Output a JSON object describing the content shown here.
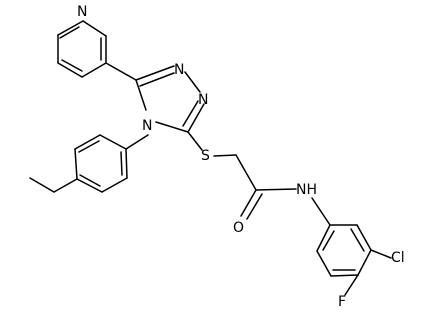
{
  "structure": {
    "atoms": [
      {
        "id": "pyridine_N",
        "symbol": "N"
      },
      {
        "id": "triazole_N1",
        "symbol": "N"
      },
      {
        "id": "triazole_N2",
        "symbol": "N"
      },
      {
        "id": "triazole_N4",
        "symbol": "N"
      },
      {
        "id": "thioether_S",
        "symbol": "S"
      },
      {
        "id": "carbonyl_O",
        "symbol": "O"
      },
      {
        "id": "amide_NH",
        "symbol": "NH"
      },
      {
        "id": "chloro",
        "symbol": "Cl"
      },
      {
        "id": "fluoro",
        "symbol": "F"
      }
    ]
  }
}
